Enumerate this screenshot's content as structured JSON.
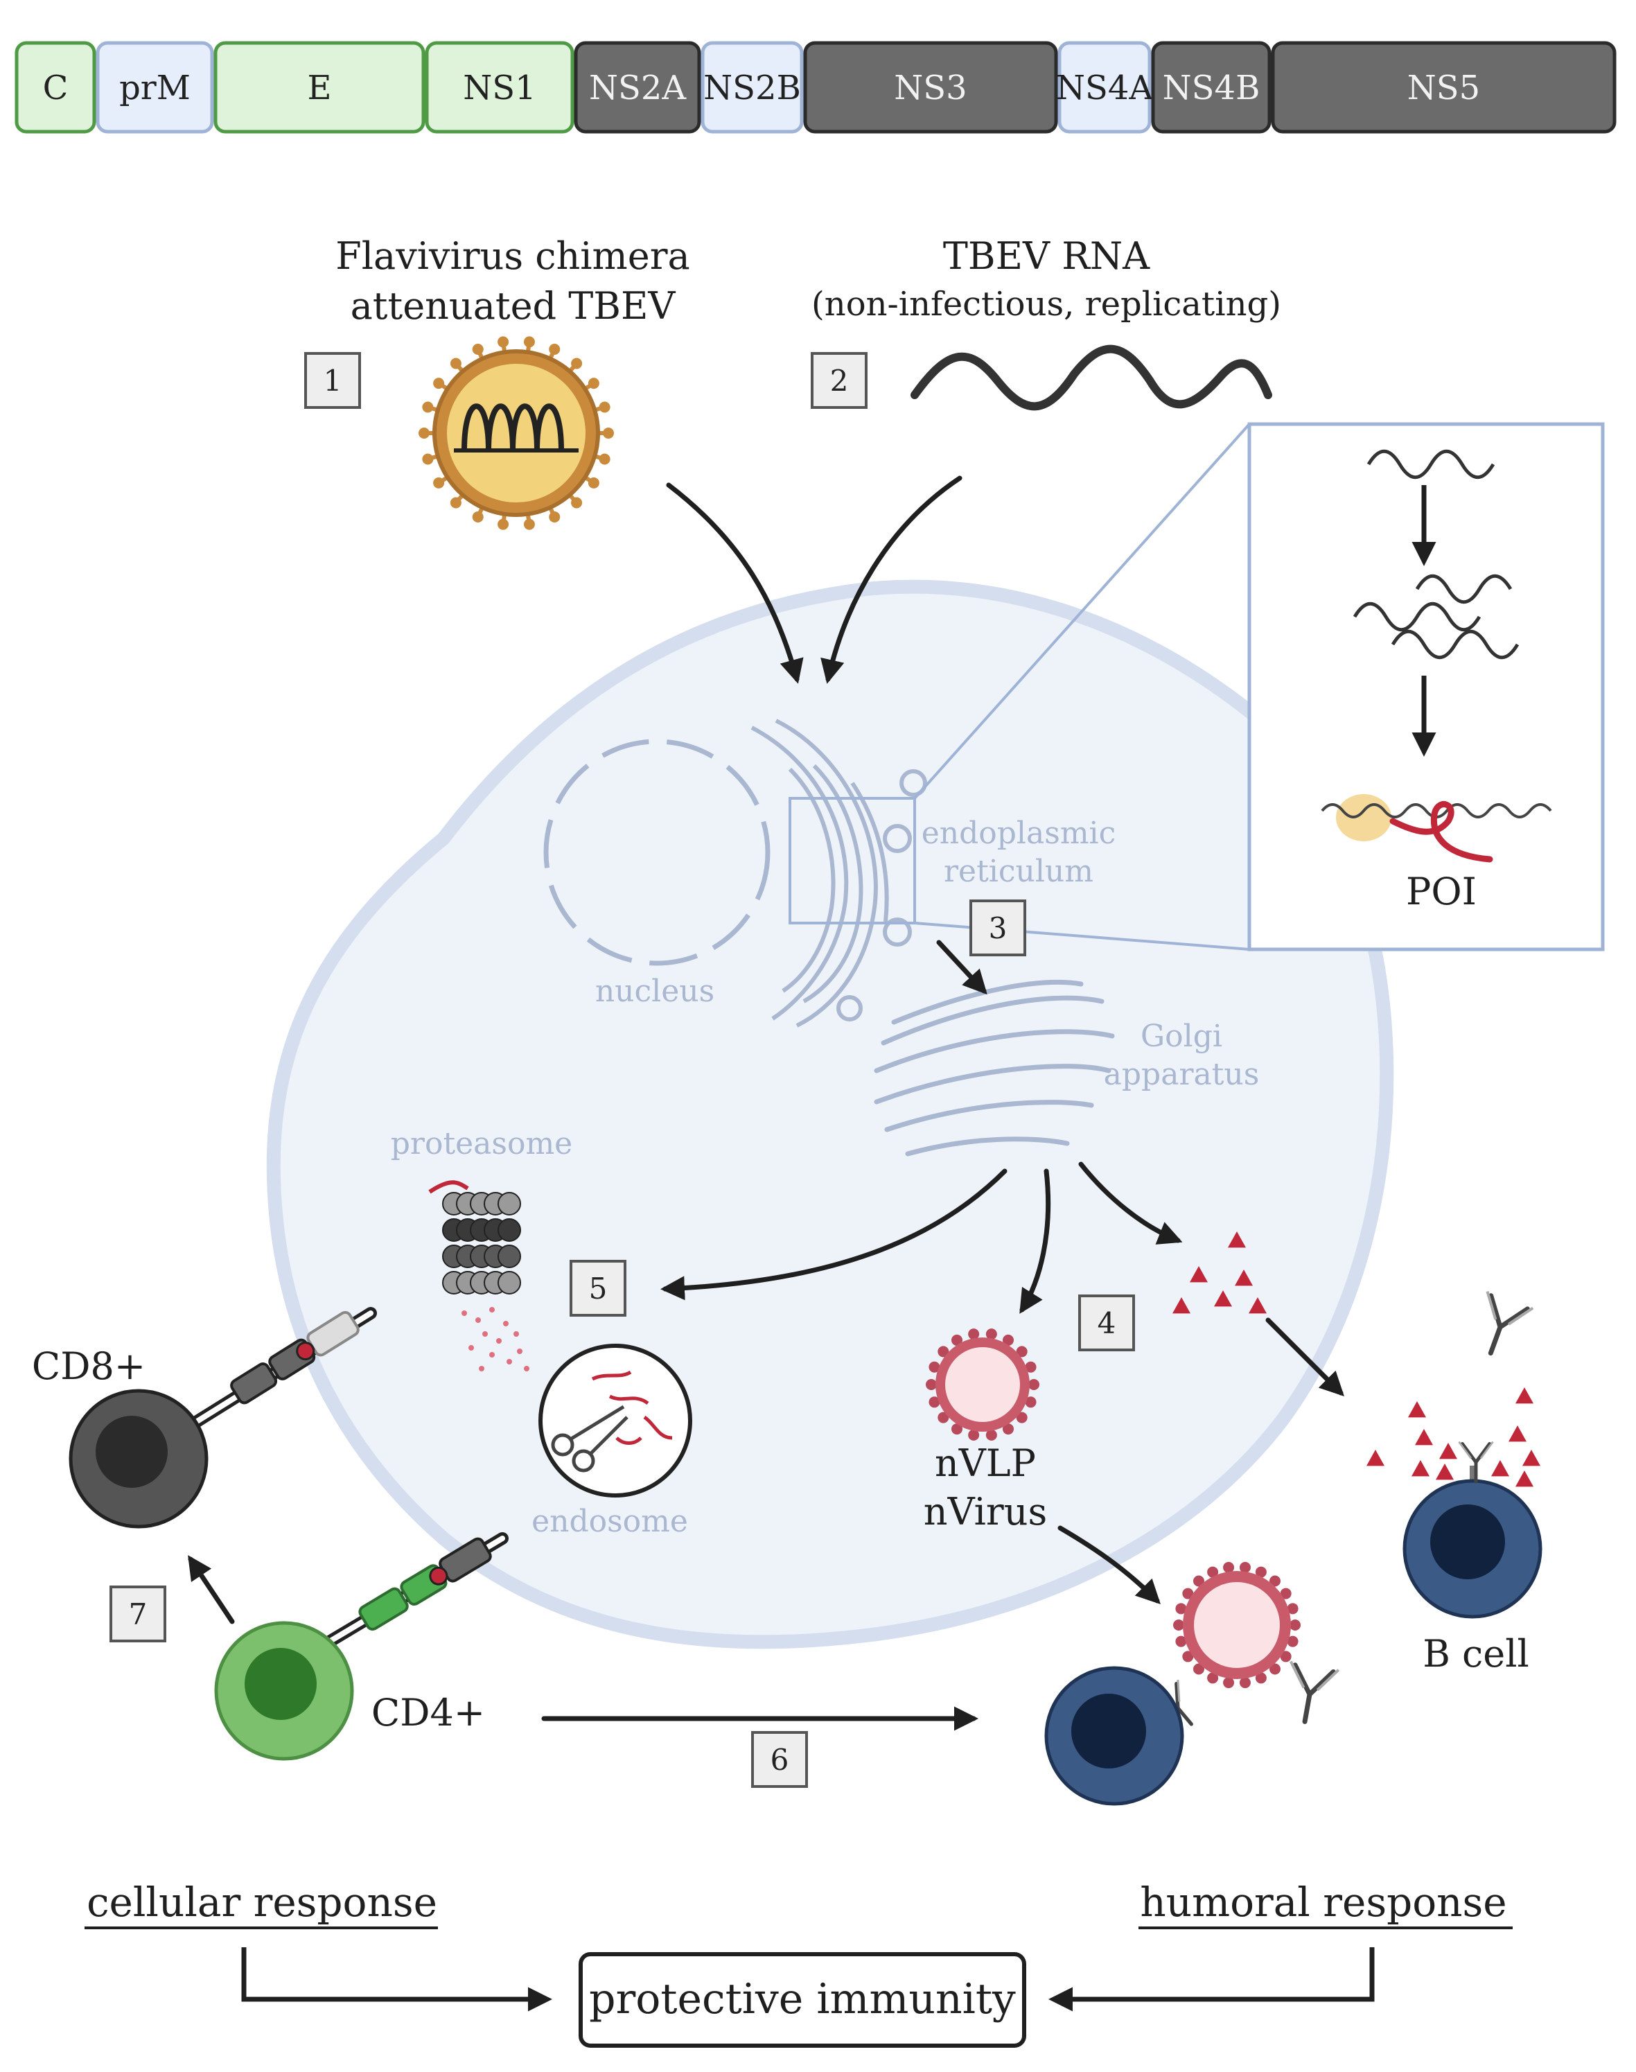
{
  "genome": {
    "segments": [
      {
        "label": "C",
        "type": "structural"
      },
      {
        "label": "prM",
        "type": "membrane"
      },
      {
        "label": "E",
        "type": "structural"
      },
      {
        "label": "NS1",
        "type": "structural"
      },
      {
        "label": "NS2A",
        "type": "nonstructural"
      },
      {
        "label": "NS2B",
        "type": "membrane"
      },
      {
        "label": "NS3",
        "type": "nonstructural"
      },
      {
        "label": "NS4A",
        "type": "membrane"
      },
      {
        "label": "NS4B",
        "type": "nonstructural"
      },
      {
        "label": "NS5",
        "type": "nonstructural"
      }
    ]
  },
  "colors": {
    "structural_fill": "#dff3da",
    "structural_stroke": "#4f9a45",
    "membrane_fill": "#e6eefb",
    "membrane_stroke": "#9fb3d6",
    "nonstructural_fill": "#6b6b6b",
    "nonstructural_stroke": "#2b2b2b",
    "cell_fill": "#eef2f9",
    "cell_stroke": "#d5deee",
    "organelle": "#a9b7d0",
    "protein_red": "#c0283a",
    "bcell_blue": "#2f4f7a",
    "cd4_green": "#5aa84e",
    "cd8_gray": "#555555"
  },
  "labels": {
    "chimera_line1": "Flavivirus chimera",
    "chimera_line2": "attenuated TBEV",
    "rna_line1": "TBEV RNA",
    "rna_line2": "(non-infectious, replicating)",
    "poi": "POI",
    "er_line1": "endoplasmic",
    "er_line2": "reticulum",
    "nucleus": "nucleus",
    "golgi_line1": "Golgi",
    "golgi_line2": "apparatus",
    "proteasome": "proteasome",
    "endosome": "endosome",
    "nvlp_line1": "nVLP",
    "nvlp_line2": "nVirus",
    "cd8": "CD8+",
    "cd4": "CD4+",
    "bcell": "B cell",
    "cellular_response": "cellular response",
    "humoral_response": "humoral response",
    "protective_immunity": "protective immunity"
  },
  "steps": [
    "1",
    "2",
    "3",
    "4",
    "5",
    "6",
    "7"
  ],
  "icons": [
    "virus-icon",
    "rna-strand-icon",
    "scissors-icon",
    "antibody-icon",
    "proteasome-icon"
  ]
}
